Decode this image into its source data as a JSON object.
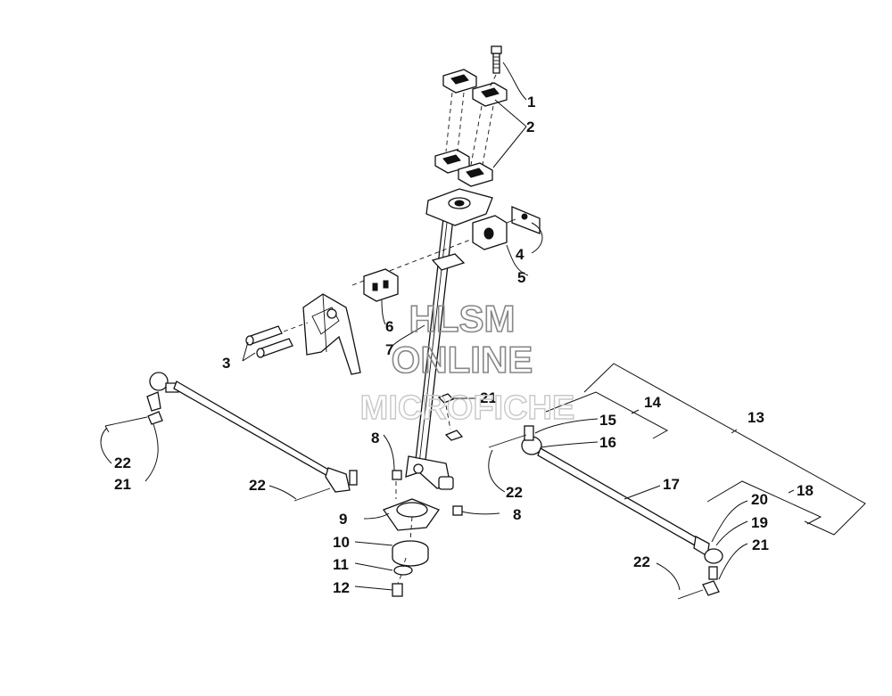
{
  "watermark": {
    "line1": "HLSM",
    "line2": "ONLINE",
    "line3": "MICROFICHE"
  },
  "callouts": {
    "c1": "1",
    "c2": "2",
    "c3": "3",
    "c4": "4",
    "c5": "5",
    "c6": "6",
    "c7": "7",
    "c8a": "8",
    "c8b": "8",
    "c9": "9",
    "c10": "10",
    "c11": "11",
    "c12": "12",
    "c13": "13",
    "c14": "14",
    "c15": "15",
    "c16": "16",
    "c17": "17",
    "c18": "18",
    "c19": "19",
    "c20": "20",
    "c21a": "21",
    "c21b": "21",
    "c21c": "21",
    "c22a": "22",
    "c22b": "22",
    "c22c": "22",
    "c22d": "22"
  }
}
